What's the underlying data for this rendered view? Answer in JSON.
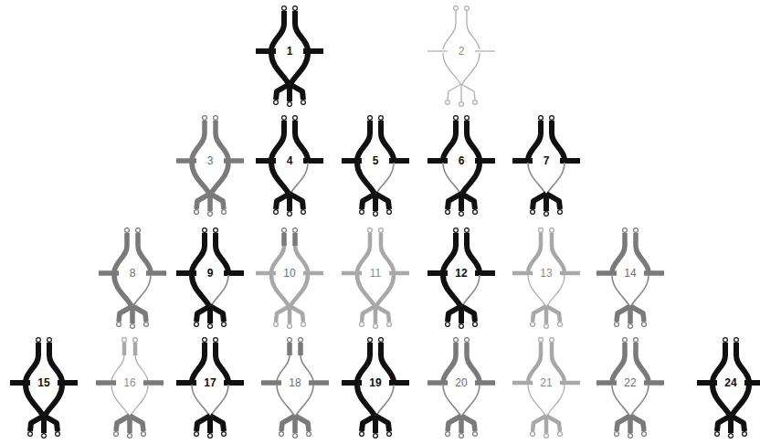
{
  "diagram": {
    "nodes": [
      {
        "text": [
          "1"
        ]
      },
      {
        "text": [
          "2"
        ]
      },
      {
        "text": [
          "3"
        ]
      },
      {
        "text": [
          "4"
        ]
      },
      {
        "text": [
          "5"
        ]
      },
      {
        "text": [
          "6"
        ]
      },
      {
        "text": [
          "7"
        ]
      },
      {
        "text": [
          "8"
        ]
      },
      {
        "text": [
          "9"
        ]
      },
      {
        "text": [
          "10"
        ]
      },
      {
        "text": [
          "11"
        ]
      },
      {
        "text": [
          "12"
        ]
      },
      {
        "text": [
          "13"
        ]
      },
      {
        "text": [
          "14"
        ]
      },
      {
        "text": [
          "15"
        ]
      },
      {
        "text": [
          "16"
        ]
      },
      {
        "text": [
          "17"
        ]
      },
      {
        "text": [
          "18"
        ]
      },
      {
        "text": [
          "19"
        ]
      },
      {
        "text": [
          "20"
        ]
      },
      {
        "text": [
          "21"
        ]
      },
      {
        "text": [
          "22"
        ]
      },
      {
        "text": [
          "24"
        ]
      }
    ]
  }
}
